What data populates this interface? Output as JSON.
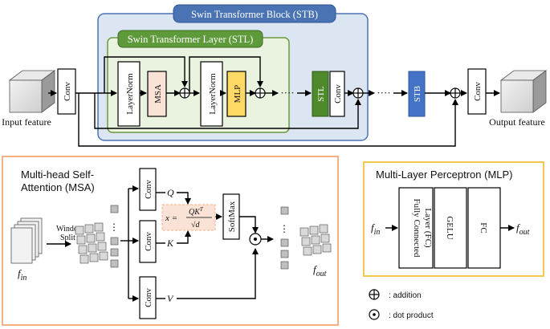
{
  "top": {
    "stb_title": "Swin Transformer Block (STB)",
    "stl_title": "Swin Transformer Layer (STL)",
    "input_label": "Input feature",
    "output_label": "Output feature",
    "conv": "Conv",
    "layernorm": "LayerNorm",
    "msa": "MSA",
    "mlp": "MLP",
    "stl": "STL",
    "stb": "STB",
    "dots": "····"
  },
  "msa": {
    "title_line1": "Multi-head Self-",
    "title_line2": "Attention (MSA)",
    "window_line1": "Window",
    "window_line2": "Split",
    "f_in_base": "f",
    "f_in_sub": "in",
    "f_out_base": "f",
    "f_out_sub": "out",
    "conv": "Conv",
    "q": "Q",
    "k": "K",
    "v": "V",
    "formula_lhs": "x =",
    "formula_num": "QK",
    "formula_sup": "T",
    "formula_den": "√d",
    "softmax": "SoftMax",
    "dots": "⋮"
  },
  "mlp": {
    "title": "Multi-Layer Perceptron (MLP)",
    "fc_line1": "Fully Connected",
    "fc_line2": "Layer (FC)",
    "gelu": "GELU",
    "fc": "FC",
    "f_in_base": "f",
    "f_in_sub": "in",
    "f_out_base": "f",
    "f_out_sub": "out"
  },
  "legend": {
    "addition": ": addition",
    "dot_product": ": dot product"
  },
  "colors": {
    "stb_fill": "#dce6f3",
    "stb_border": "#4a73b3",
    "stb_tab": "#4a73b3",
    "stl_fill": "#eaf2e0",
    "stl_border": "#6a9a3f",
    "stl_tab": "#5f9a3a",
    "msa_fill": "#fbe2d6",
    "mlp_fill": "#ffd966",
    "stl_block": "#4e8a2c",
    "stb_block": "#4472c4",
    "msa_panel_border": "#f4b183",
    "mlp_panel_border": "#f2c94c"
  }
}
